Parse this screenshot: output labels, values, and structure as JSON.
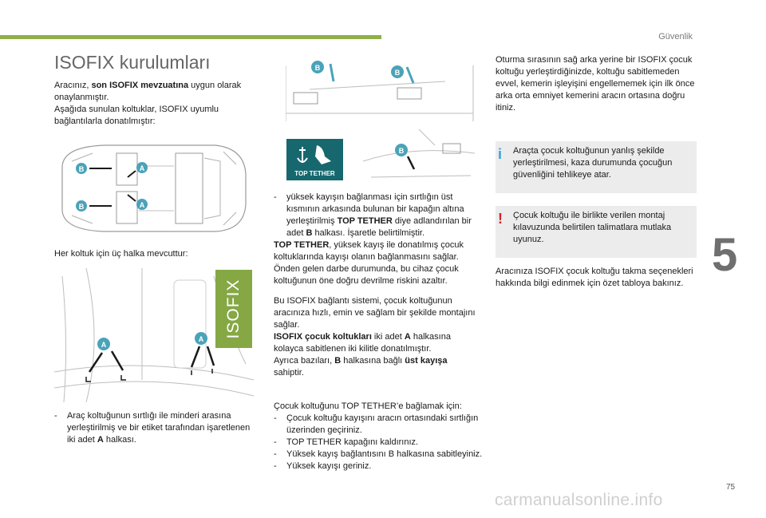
{
  "header": {
    "section": "Güvenlik",
    "tab_number": "5"
  },
  "page_number": "75",
  "watermark": "carmanualsonline.info",
  "title": "ISOFIX kurulumları",
  "intro": {
    "pre": "Aracınız, ",
    "bold": "son ISOFIX mevzuatına",
    "post": " uygun olarak onaylanmıştır.",
    "line2": "Aşağıda sunulan koltuklar, ISOFIX uyumlu bağlantılarla donatılmıştır:"
  },
  "col1": {
    "rings_heading": "Her koltuk için üç halka mevcuttur:",
    "bullet_a_pre": "Araç koltuğunun sırtlığı ile minderi arasına yerleştirilmiş ve bir etiket tarafından işaretlenen iki adet ",
    "bullet_a_bold": "A",
    "bullet_a_post": " halkası."
  },
  "isofix_tag": "ISOFIX",
  "top_tether_label": "TOP TETHER",
  "markers": {
    "a": "A",
    "b": "B"
  },
  "col2": {
    "bullet_b_pre": "yüksek kayışın bağlanması için sırtlığın üst kısmının arkasında bulunan bir kapağın altına yerleştirilmiş ",
    "bullet_b_bold": "TOP TETHER",
    "bullet_b_mid": " diye adlandırılan bir adet ",
    "bullet_b_bold2": "B",
    "bullet_b_post": " halkası. İşaretle belirtilmiştir.",
    "tt_bold": "TOP TETHER",
    "tt_text": ", yüksek kayış ile donatılmış çocuk koltuklarında kayışı olanın bağlanmasını sağlar. Önden gelen darbe durumunda, bu cihaz çocuk koltuğunun öne doğru devrilme riskini azaltır.",
    "p2": "Bu ISOFIX bağlantı sistemi, çocuk koltuğunun aracınıza hızlı, emin ve sağlam bir şekilde montajını sağlar.",
    "p3_bold": "ISOFIX çocuk koltukları",
    "p3_mid": " iki adet ",
    "p3_bold2": "A",
    "p3_post": " halkasına kolayca sabitlenen iki kilitle donatılmıştır.",
    "p4_pre": "Ayrıca bazıları, ",
    "p4_bold": "B",
    "p4_mid": " halkasına bağlı ",
    "p4_bold2": "üst kayışa",
    "p4_post": " sahiptir.",
    "steps_heading": "Çocuk koltuğunu TOP TETHER’e bağlamak için:",
    "steps": [
      "Çocuk koltuğu kayışını aracın ortasındaki sırtlığın üzerinden geçiriniz.",
      "TOP TETHER kapağını kaldırınız.",
      "Yüksek kayış bağlantısını B halkasına sabitleyiniz.",
      "Yüksek kayışı geriniz."
    ]
  },
  "col3": {
    "p1": "Oturma sırasının sağ arka yerine bir ISOFIX çocuk koltuğu yerleştirdiğinizde, koltuğu sabitlemeden evvel, kemerin işleyişini engellememek için ilk önce arka orta emniyet kemerini aracın ortasına doğru itiniz.",
    "info": "Araçta çocuk koltuğunun yanlış şekilde yerleştirilmesi, kaza durumunda çocuğun güvenliğini tehlikeye atar.",
    "warning": "Çocuk koltuğu ile birlikte verilen montaj kılavuzunda belirtilen talimatlara mutlaka uyunuz.",
    "p_last": "Aracınıza ISOFIX çocuk koltuğu takma seçenekleri hakkında bilgi edinmek için özet tabloya bakınız."
  },
  "colors": {
    "accent": "#8fb047",
    "tether_bg": "#16686e",
    "marker": "#4aa3b8",
    "info_icon": "#3aa0d8",
    "warning_icon": "#d8202a",
    "box_bg": "#ececec"
  }
}
